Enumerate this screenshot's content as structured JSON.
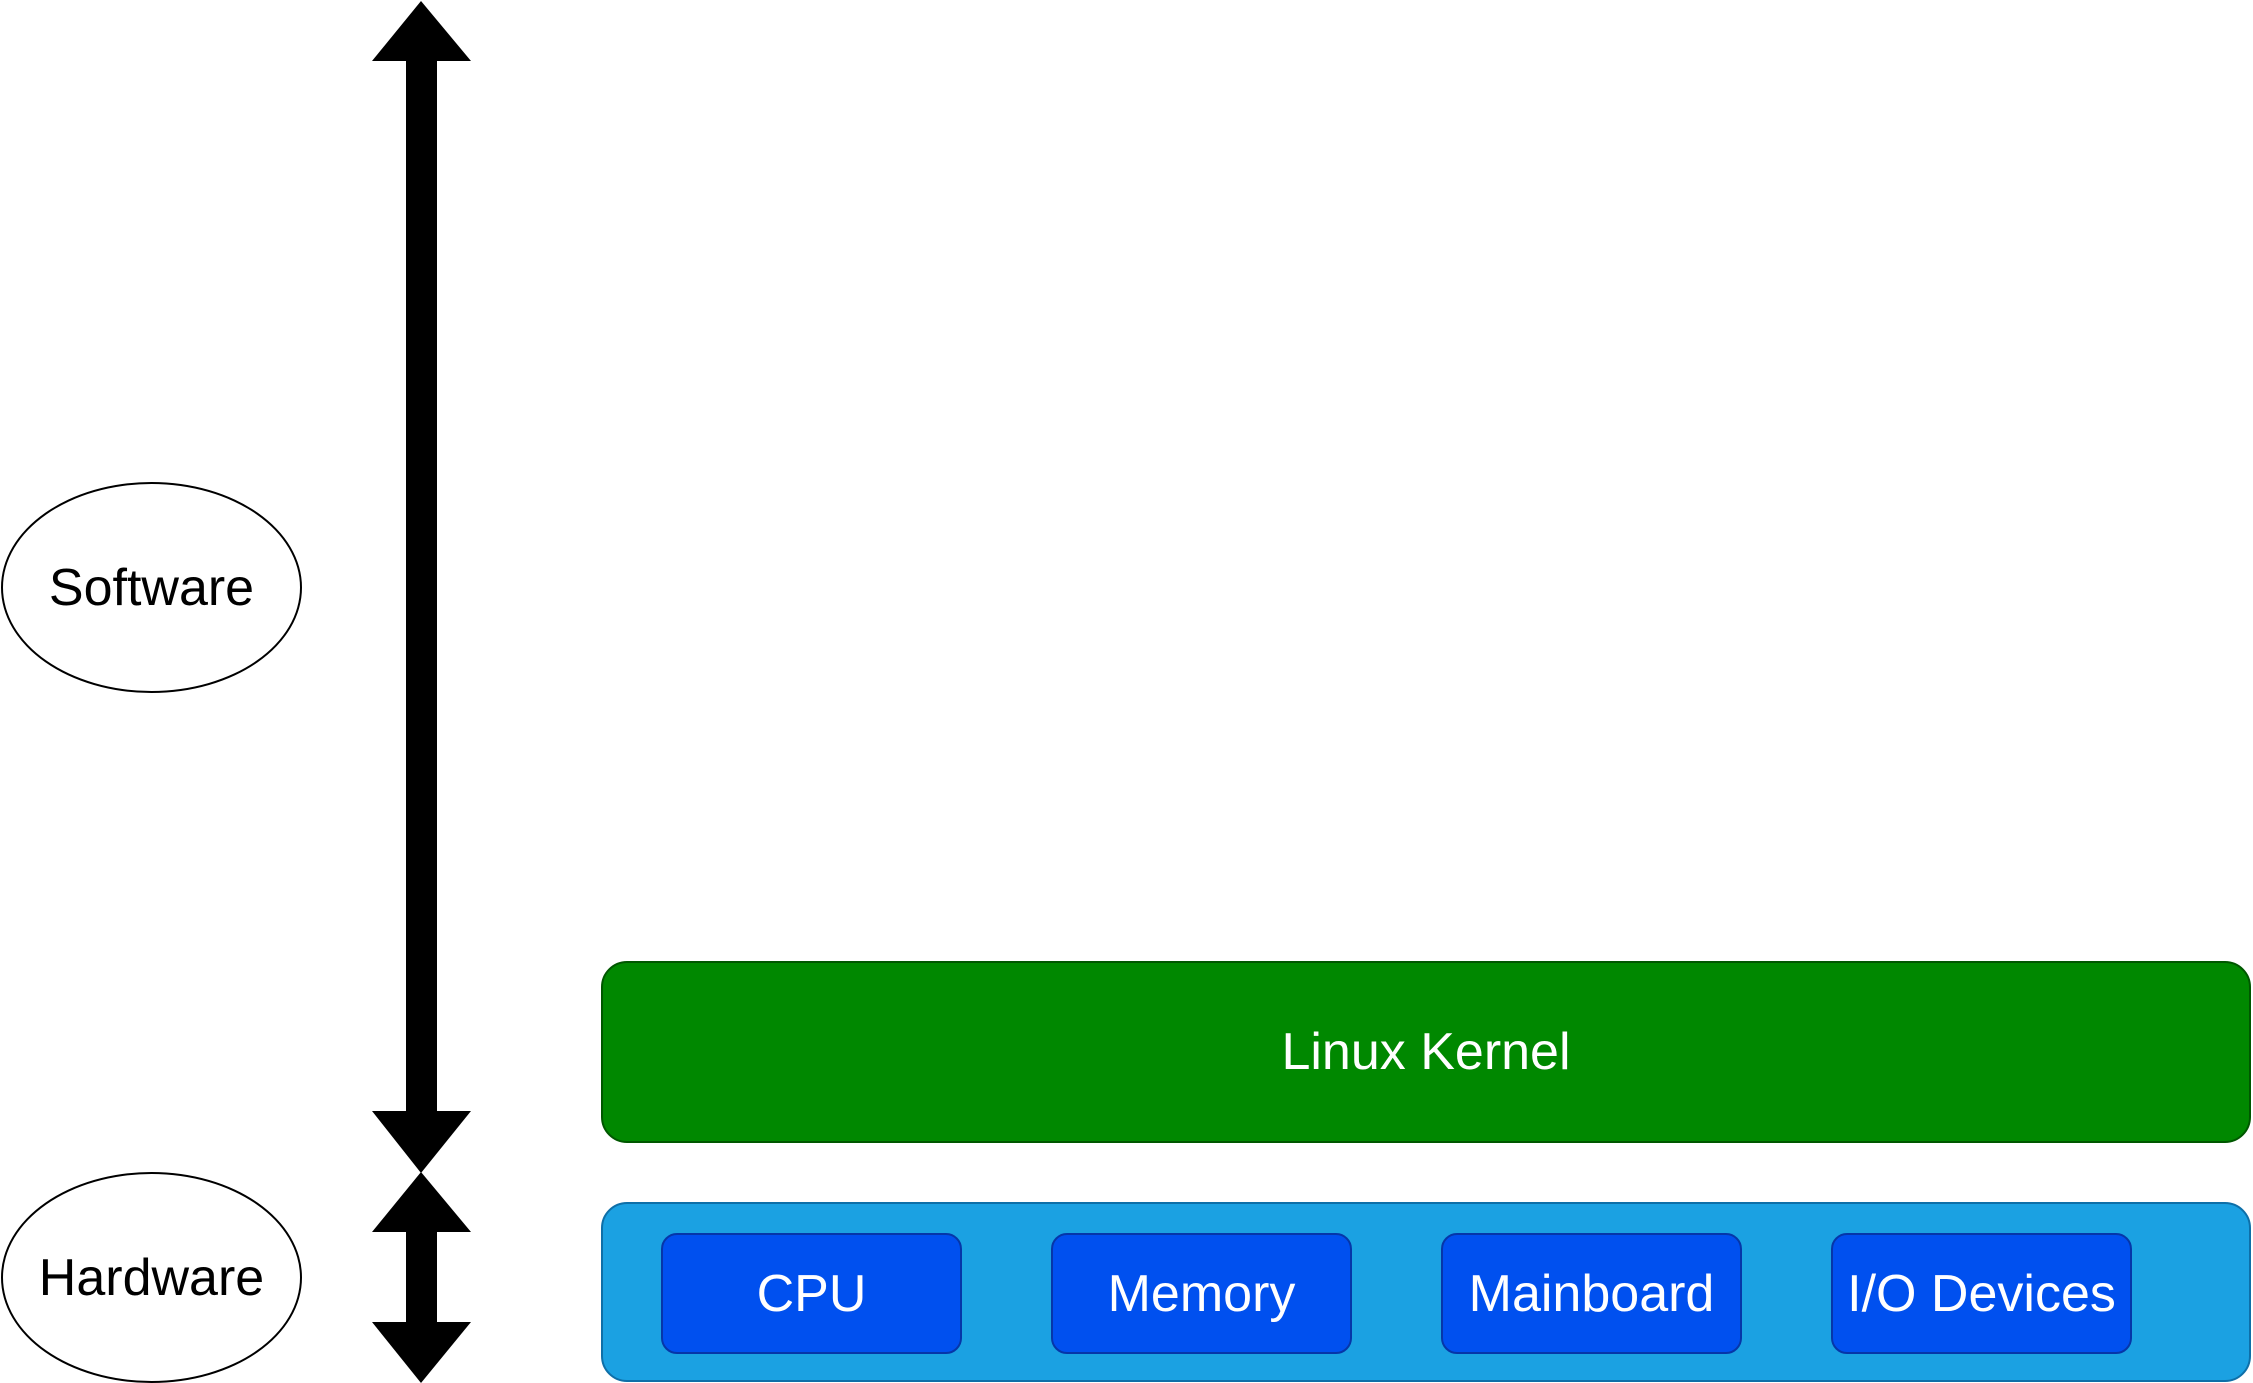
{
  "layers": {
    "software_label": "Software",
    "hardware_label": "Hardware",
    "kernel": {
      "label": "Linux Kernel",
      "color": "#008800"
    },
    "hardware": {
      "color": "#1ba1e2",
      "component_color": "#0050ef",
      "components": [
        {
          "label": "CPU"
        },
        {
          "label": "Memory"
        },
        {
          "label": "Mainboard"
        },
        {
          "label": "I/O Devices"
        }
      ]
    },
    "arrow_color": "#000000"
  }
}
